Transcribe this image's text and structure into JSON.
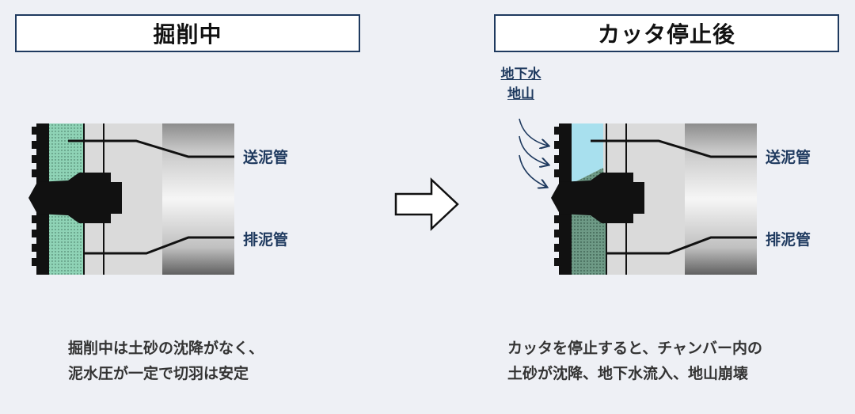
{
  "left": {
    "title": "掘削中",
    "feed_pipe": "送泥管",
    "discharge_pipe": "排泥管",
    "caption_line1": "掘削中は土砂の沈降がなく、",
    "caption_line2": "泥水圧が一定で切羽は安定"
  },
  "right": {
    "title": "カッタ停止後",
    "annotation_line1": "地下水",
    "annotation_line2": "地山",
    "feed_pipe": "送泥管",
    "discharge_pipe": "排泥管",
    "caption_line1": "カッタを停止すると、チャンバー内の",
    "caption_line2": "土砂が沈降、地下水流入、地山崩壊"
  },
  "colors": {
    "title_border": "#1f3a5f",
    "label_text": "#1f3a5f",
    "slurry_green": "#8fd3b6",
    "groundwater_blue": "#a8e0ee",
    "sediment_green": "#6e9a86"
  }
}
